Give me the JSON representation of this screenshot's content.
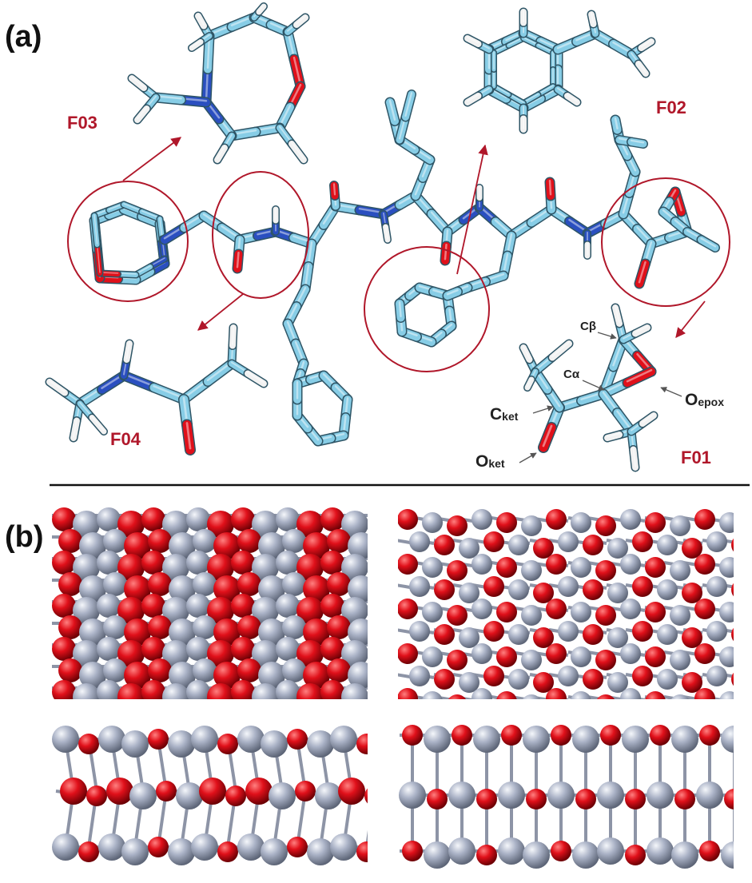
{
  "panels": {
    "a": {
      "label": "(a)"
    },
    "b": {
      "label": "(b)"
    }
  },
  "fragments": {
    "f01": "F01",
    "f02": "F02",
    "f03": "F03",
    "f04": "F04"
  },
  "atom_labels": {
    "c_beta": "Cβ",
    "c_alpha": "Cα",
    "c_ket_main": "C",
    "c_ket_sub": "ket",
    "o_epox_main": "O",
    "o_epox_sub": "epox",
    "o_ket_main": "O",
    "o_ket_sub": "ket"
  },
  "colors": {
    "carbon_bond": "#87cde6",
    "bond_outline": "#2e5566",
    "nitrogen": "#2a4fc0",
    "oxygen": "#e0101a",
    "hydrogen": "#f2f2f2",
    "highlight_circle": "#b0172a",
    "surface_oxygen": "#e0101a",
    "surface_metal": "#a8b0c4"
  }
}
